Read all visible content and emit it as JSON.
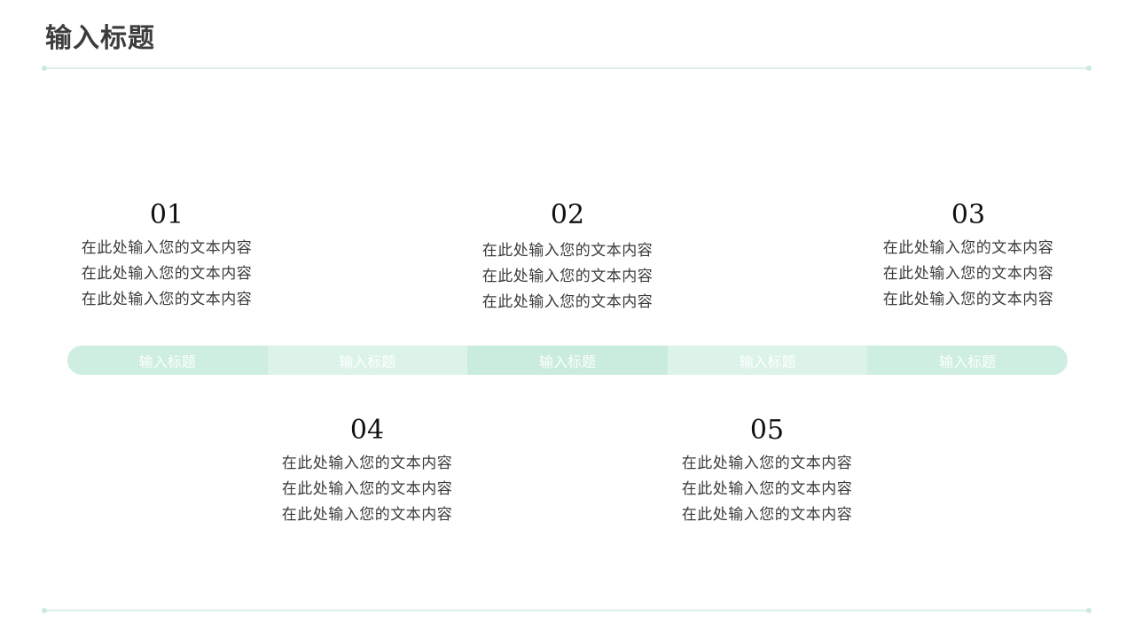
{
  "title": "输入标题",
  "timeline": {
    "segments": [
      "输入标题",
      "输入标题",
      "输入标题",
      "输入标题",
      "输入标题"
    ]
  },
  "items": [
    {
      "number": "01",
      "lines": [
        "在此处输入您的文本内容",
        "在此处输入您的文本内容",
        "在此处输入您的文本内容"
      ]
    },
    {
      "number": "02",
      "lines": [
        "在此处输入您的文本内容",
        "在此处输入您的文本内容",
        "在此处输入您的文本内容"
      ]
    },
    {
      "number": "03",
      "lines": [
        "在此处输入您的文本内容",
        "在此处输入您的文本内容",
        "在此处输入您的文本内容"
      ]
    },
    {
      "number": "04",
      "lines": [
        "在此处输入您的文本内容",
        "在此处输入您的文本内容",
        "在此处输入您的文本内容"
      ]
    },
    {
      "number": "05",
      "lines": [
        "在此处输入您的文本内容",
        "在此处输入您的文本内容",
        "在此处输入您的文本内容"
      ]
    }
  ],
  "colors": {
    "accent": "#cdeee0",
    "accent_light": "#dbf3e8",
    "rule": "#dcefeb",
    "title_text": "#3c3c3c"
  }
}
